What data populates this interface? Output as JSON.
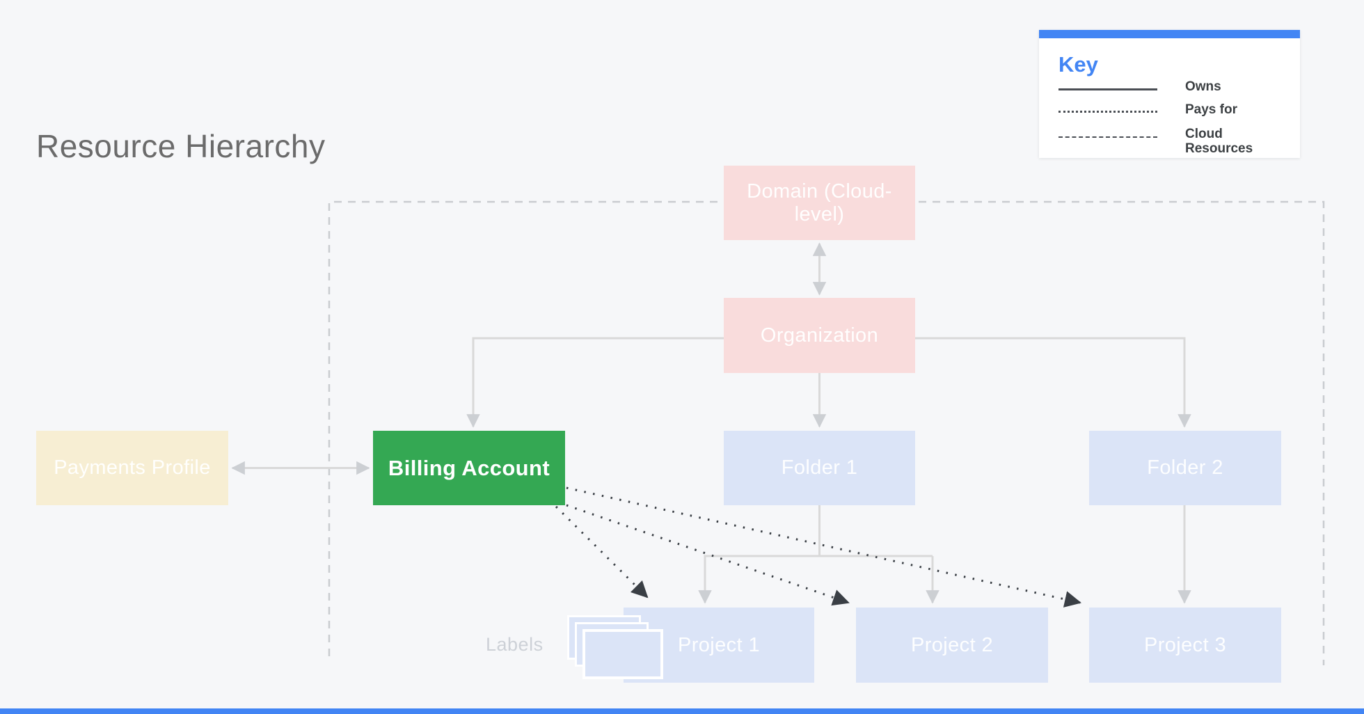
{
  "title": "Resource Hierarchy",
  "key": {
    "heading": "Key",
    "items": [
      {
        "style": "solid",
        "label": "Owns"
      },
      {
        "style": "dotted",
        "label": "Pays for"
      },
      {
        "style": "dashed",
        "label": "Cloud Resources"
      }
    ]
  },
  "nodes": {
    "domain": {
      "label": "Domain (Cloud-level)",
      "color": "#f9dcdc"
    },
    "organization": {
      "label": "Organization",
      "color": "#f9dcdc"
    },
    "payments_profile": {
      "label": "Payments Profile",
      "color": "#f7eed3"
    },
    "billing_account": {
      "label": "Billing Account",
      "color": "#34a853"
    },
    "folder1": {
      "label": "Folder 1",
      "color": "#dbe4f7"
    },
    "folder2": {
      "label": "Folder 2",
      "color": "#dbe4f7"
    },
    "project1": {
      "label": "Project 1",
      "color": "#dbe4f7"
    },
    "project2": {
      "label": "Project 2",
      "color": "#dbe4f7"
    },
    "project3": {
      "label": "Project 3",
      "color": "#dbe4f7"
    }
  },
  "annotations": {
    "labels_caption": "Labels"
  },
  "colors": {
    "background": "#f6f7f9",
    "accent_blue": "#4285f4",
    "connector_gray": "#d9d9d9",
    "arrowhead_gray": "#cccfd3",
    "pays_for_dark": "#3a3f45",
    "boundary_dash_gray": "#c9ccd0",
    "title_text": "#6b6b6b",
    "key_text": "#3c4043",
    "labels_caption_text": "#cdd1d7"
  }
}
